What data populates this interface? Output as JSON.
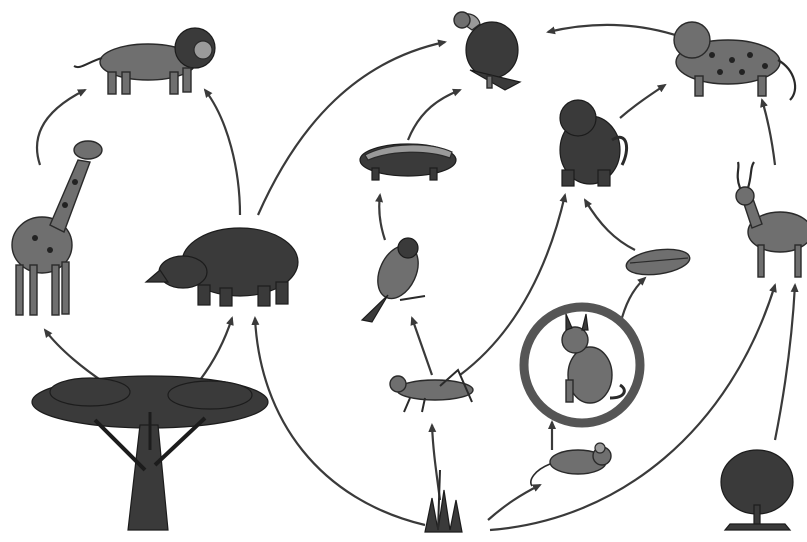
{
  "diagram": {
    "type": "food-web",
    "organisms": [
      {
        "id": "lion",
        "icon": "lion-icon"
      },
      {
        "id": "vulture",
        "icon": "vulture-icon"
      },
      {
        "id": "leopard",
        "icon": "leopard-icon"
      },
      {
        "id": "giraffe",
        "icon": "giraffe-icon"
      },
      {
        "id": "rhino",
        "icon": "rhinoceros-icon"
      },
      {
        "id": "honey-badger",
        "icon": "honey-badger-icon"
      },
      {
        "id": "bird",
        "icon": "bird-icon"
      },
      {
        "id": "baboon",
        "icon": "baboon-icon"
      },
      {
        "id": "seed-pod",
        "icon": "seed-pod-icon"
      },
      {
        "id": "antelope",
        "icon": "antelope-icon"
      },
      {
        "id": "caracal",
        "icon": "caracal-icon",
        "highlighted": true
      },
      {
        "id": "grasshopper",
        "icon": "grasshopper-icon"
      },
      {
        "id": "mouse",
        "icon": "mouse-icon"
      },
      {
        "id": "acacia-tree",
        "icon": "acacia-tree-icon"
      },
      {
        "id": "grass",
        "icon": "grass-icon"
      },
      {
        "id": "shrub",
        "icon": "shrub-icon"
      }
    ],
    "links": [
      [
        "giraffe",
        "lion"
      ],
      [
        "rhino",
        "lion"
      ],
      [
        "rhino",
        "vulture"
      ],
      [
        "honey-badger",
        "vulture"
      ],
      [
        "leopard",
        "vulture"
      ],
      [
        "baboon",
        "leopard"
      ],
      [
        "antelope",
        "leopard"
      ],
      [
        "bird",
        "honey-badger"
      ],
      [
        "grasshopper",
        "bird"
      ],
      [
        "grasshopper",
        "baboon"
      ],
      [
        "seed-pod",
        "baboon"
      ],
      [
        "caracal",
        "seed-pod"
      ],
      [
        "mouse",
        "caracal"
      ],
      [
        "grass",
        "mouse"
      ],
      [
        "grass",
        "grasshopper"
      ],
      [
        "grass",
        "rhino"
      ],
      [
        "grass",
        "antelope"
      ],
      [
        "shrub",
        "antelope"
      ],
      [
        "acacia-tree",
        "giraffe"
      ],
      [
        "acacia-tree",
        "rhino"
      ]
    ],
    "highlight_color": "#555555"
  }
}
